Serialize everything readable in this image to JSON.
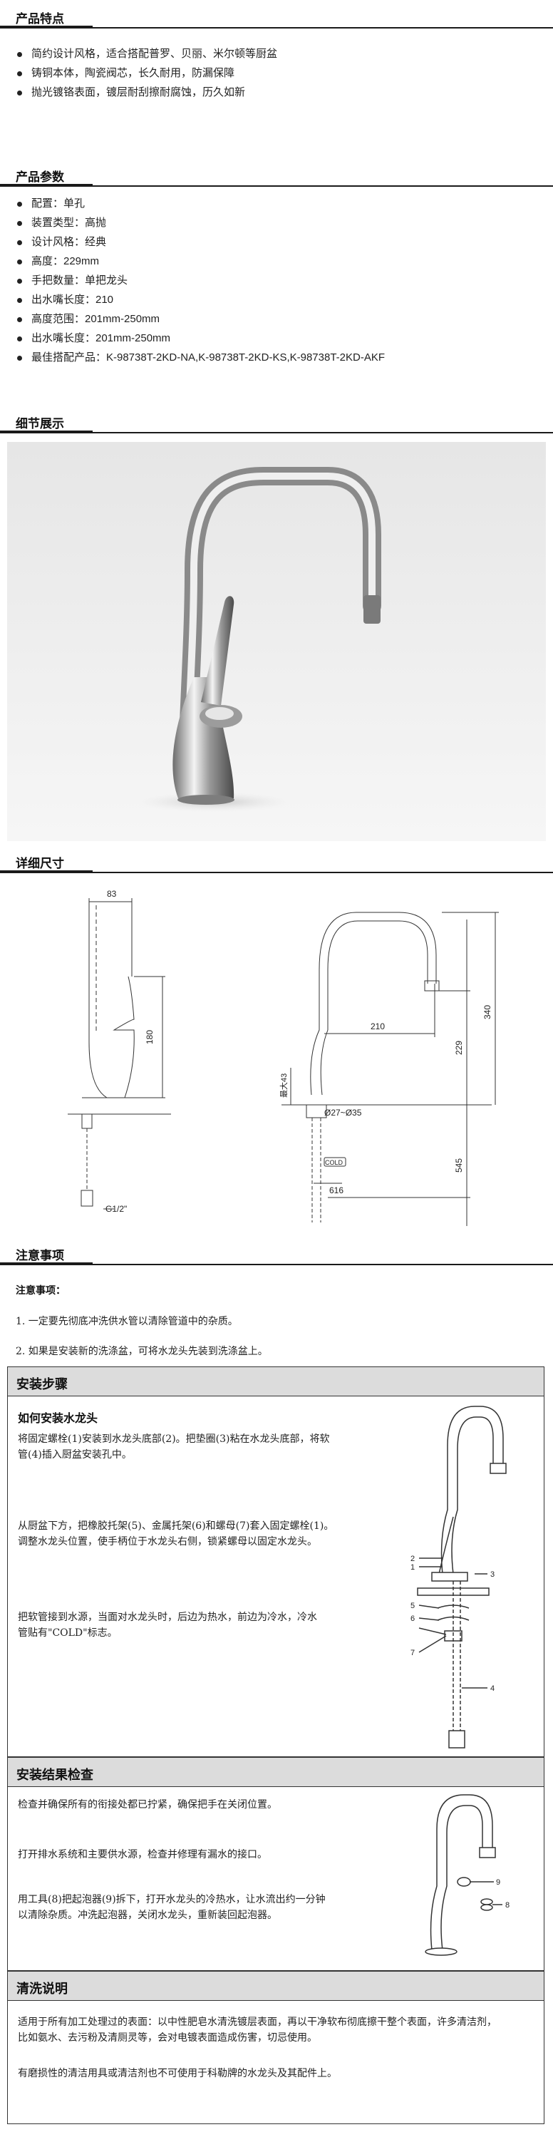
{
  "features": {
    "title": "产品特点",
    "items": [
      "简约设计风格，适合搭配普罗、贝丽、米尔顿等厨盆",
      "铸铜本体，陶瓷阀芯，长久耐用，防漏保障",
      "抛光镀铬表面，镀层耐刮擦耐腐蚀，历久如新"
    ]
  },
  "params": {
    "title": "产品参数",
    "items": [
      "配置：单孔",
      "装置类型：高抛",
      "设计风格：经典",
      "高度：229mm",
      "手把数量：单把龙头",
      "出水嘴长度：210",
      "高度范围：201mm-250mm",
      "出水嘴长度：201mm-250mm",
      "最佳搭配产品：K-98738T-2KD-NA,K-98738T-2KD-KS,K-98738T-2KD-AKF"
    ]
  },
  "details": {
    "title": "细节展示"
  },
  "dimensions": {
    "title": "详细尺寸",
    "labels": {
      "d83": "83",
      "d180": "180",
      "g12": "G1/2\"",
      "d340": "340",
      "d210": "210",
      "d229": "229",
      "d545": "545",
      "d43": "最大43",
      "d2735": "Ø27~Ø35",
      "cold": "COLD",
      "d616": "616"
    }
  },
  "notes": {
    "title": "注意事项",
    "subtitle": "注意事项：",
    "items": [
      "1. 一定要先彻底冲洗供水管以清除管道中的杂质。",
      "2. 如果是安装新的洗涤盆，可将水龙头先装到洗涤盆上。"
    ]
  },
  "install": {
    "title": "安装步骤",
    "subtitle": "如何安装水龙头",
    "paragraphs": [
      [
        "将固定螺栓(1)安装到水龙头底部(2)。把垫圈(3)粘在水龙头底部，将软",
        "管(4)插入厨盆安装孔中。"
      ],
      [
        "从厨盆下方，把橡胶托架(5)、金属托架(6)和螺母(7)套入固定螺栓(1)。",
        "调整水龙头位置，使手柄位于水龙头右侧，锁紧螺母以固定水龙头。"
      ],
      [
        "把软管接到水源，当面对水龙头时，后边为热水，前边为冷水，冷水",
        "管贴有\"COLD\"标志。"
      ]
    ],
    "callouts": [
      "1",
      "2",
      "3",
      "4",
      "5",
      "6",
      "7"
    ]
  },
  "check": {
    "title": "安装结果检查",
    "paragraphs": [
      [
        "检查并确保所有的衔接处都已拧紧，确保把手在关闭位置。"
      ],
      [
        "打开排水系统和主要供水源，检查并修理有漏水的接口。"
      ],
      [
        "用工具(8)把起泡器(9)拆下，打开水龙头的冷热水，让水流出约一分钟",
        "以清除杂质。冲洗起泡器，关闭水龙头，重新装回起泡器。"
      ]
    ],
    "callouts": [
      "8",
      "9"
    ]
  },
  "cleaning": {
    "title": "清洗说明",
    "paragraphs": [
      [
        "适用于所有加工处理过的表面：以中性肥皂水清洗镀层表面，再以干净软布彻底擦干整个表面，许多清洁剂，",
        "比如氨水、去污粉及清厕灵等，会对电镀表面造成伤害，切忌使用。"
      ],
      [
        "有磨损性的清洁用具或清洁剂也不可使用于科勒牌的水龙头及其配件上。"
      ]
    ]
  }
}
